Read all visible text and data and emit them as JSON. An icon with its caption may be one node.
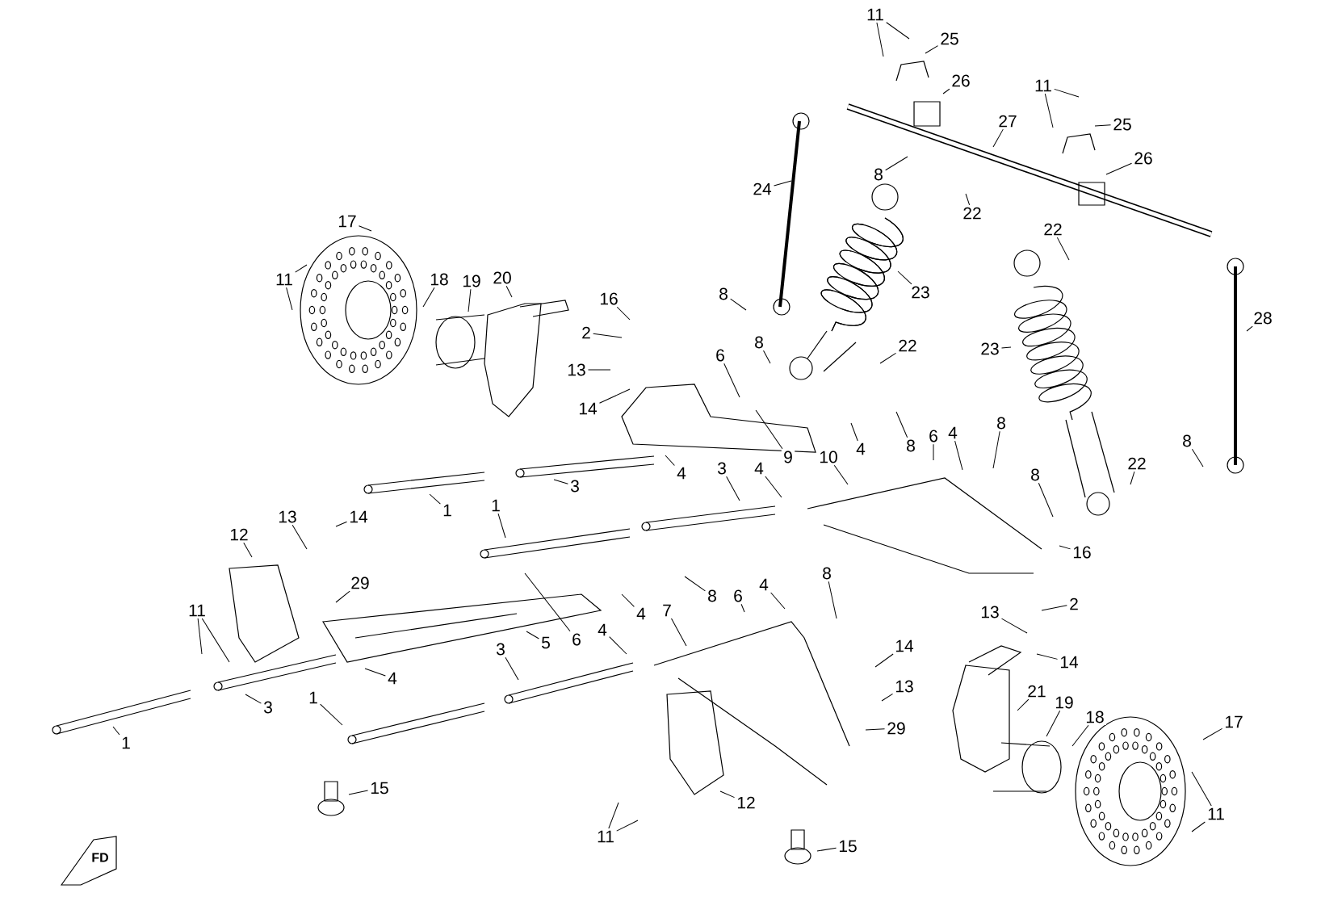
{
  "diagram": {
    "nodes": [
      {
        "text": [
          "11"
        ]
      },
      {
        "text": [
          "25"
        ]
      },
      {
        "text": [
          "26"
        ]
      },
      {
        "text": [
          "11"
        ]
      },
      {
        "text": [
          "27"
        ]
      },
      {
        "text": [
          "25"
        ]
      },
      {
        "text": [
          "26"
        ]
      },
      {
        "text": [
          "8"
        ]
      },
      {
        "text": [
          "24"
        ]
      },
      {
        "text": [
          "22"
        ]
      },
      {
        "text": [
          "17"
        ]
      },
      {
        "text": [
          "22"
        ]
      },
      {
        "text": [
          "11"
        ]
      },
      {
        "text": [
          "18"
        ]
      },
      {
        "text": [
          "19"
        ]
      },
      {
        "text": [
          "20"
        ]
      },
      {
        "text": [
          "23"
        ]
      },
      {
        "text": [
          "8"
        ]
      },
      {
        "text": [
          "16"
        ]
      },
      {
        "text": [
          "28"
        ]
      },
      {
        "text": [
          "2"
        ]
      },
      {
        "text": [
          "8"
        ]
      },
      {
        "text": [
          "22"
        ]
      },
      {
        "text": [
          "23"
        ]
      },
      {
        "text": [
          "6"
        ]
      },
      {
        "text": [
          "13"
        ]
      },
      {
        "text": [
          "14"
        ]
      },
      {
        "text": [
          "8"
        ]
      },
      {
        "text": [
          "4"
        ]
      },
      {
        "text": [
          "6"
        ]
      },
      {
        "text": [
          "8"
        ]
      },
      {
        "text": [
          "8"
        ]
      },
      {
        "text": [
          "4"
        ]
      },
      {
        "text": [
          "9"
        ]
      },
      {
        "text": [
          "10"
        ]
      },
      {
        "text": [
          "22"
        ]
      },
      {
        "text": [
          "3"
        ]
      },
      {
        "text": [
          "4"
        ]
      },
      {
        "text": [
          "4"
        ]
      },
      {
        "text": [
          "8"
        ]
      },
      {
        "text": [
          "3"
        ]
      },
      {
        "text": [
          "1"
        ]
      },
      {
        "text": [
          "1"
        ]
      },
      {
        "text": [
          "13"
        ]
      },
      {
        "text": [
          "14"
        ]
      },
      {
        "text": [
          "12"
        ]
      },
      {
        "text": [
          "16"
        ]
      },
      {
        "text": [
          "8"
        ]
      },
      {
        "text": [
          "29"
        ]
      },
      {
        "text": [
          "8"
        ]
      },
      {
        "text": [
          "6"
        ]
      },
      {
        "text": [
          "4"
        ]
      },
      {
        "text": [
          "2"
        ]
      },
      {
        "text": [
          "11"
        ]
      },
      {
        "text": [
          "4"
        ]
      },
      {
        "text": [
          "7"
        ]
      },
      {
        "text": [
          "13"
        ]
      },
      {
        "text": [
          "4"
        ]
      },
      {
        "text": [
          "6"
        ]
      },
      {
        "text": [
          "5"
        ]
      },
      {
        "text": [
          "3"
        ]
      },
      {
        "text": [
          "14"
        ]
      },
      {
        "text": [
          "14"
        ]
      },
      {
        "text": [
          "4"
        ]
      },
      {
        "text": [
          "13"
        ]
      },
      {
        "text": [
          "21"
        ]
      },
      {
        "text": [
          "1"
        ]
      },
      {
        "text": [
          "19"
        ]
      },
      {
        "text": [
          "3"
        ]
      },
      {
        "text": [
          "18"
        ]
      },
      {
        "text": [
          "17"
        ]
      },
      {
        "text": [
          "29"
        ]
      },
      {
        "text": [
          "1"
        ]
      },
      {
        "text": [
          "15"
        ]
      },
      {
        "text": [
          "12"
        ]
      },
      {
        "text": [
          "11"
        ]
      },
      {
        "text": [
          "11"
        ]
      },
      {
        "text": [
          "15"
        ]
      }
    ],
    "edges": [
      {
        "from": 0,
        "to": null,
        "arrow": "none"
      },
      {
        "from": 0,
        "to": null,
        "arrow": "none"
      },
      {
        "from": 1,
        "to": null,
        "arrow": "none"
      },
      {
        "from": 2,
        "to": null,
        "arrow": "none"
      },
      {
        "from": 3,
        "to": null,
        "arrow": "none"
      },
      {
        "from": 3,
        "to": null,
        "arrow": "none"
      },
      {
        "from": 4,
        "to": null,
        "arrow": "none"
      },
      {
        "from": 5,
        "to": null,
        "arrow": "none"
      },
      {
        "from": 6,
        "to": null,
        "arrow": "none"
      },
      {
        "from": 7,
        "to": null,
        "arrow": "none"
      },
      {
        "from": 8,
        "to": null,
        "arrow": "none"
      },
      {
        "from": 9,
        "to": null,
        "arrow": "none"
      },
      {
        "from": 10,
        "to": null,
        "arrow": "none"
      },
      {
        "from": 11,
        "to": null,
        "arrow": "none"
      },
      {
        "from": 12,
        "to": null,
        "arrow": "none"
      },
      {
        "from": 12,
        "to": null,
        "arrow": "none"
      },
      {
        "from": 13,
        "to": null,
        "arrow": "none"
      },
      {
        "from": 14,
        "to": null,
        "arrow": "none"
      },
      {
        "from": 15,
        "to": null,
        "arrow": "none"
      },
      {
        "from": 16,
        "to": null,
        "arrow": "none"
      },
      {
        "from": 17,
        "to": null,
        "arrow": "none"
      },
      {
        "from": 18,
        "to": null,
        "arrow": "none"
      },
      {
        "from": 19,
        "to": null,
        "arrow": "none"
      },
      {
        "from": 20,
        "to": null,
        "arrow": "none"
      },
      {
        "from": 21,
        "to": null,
        "arrow": "none"
      },
      {
        "from": 22,
        "to": null,
        "arrow": "none"
      },
      {
        "from": 23,
        "to": null,
        "arrow": "none"
      },
      {
        "from": 24,
        "to": null,
        "arrow": "none"
      },
      {
        "from": 25,
        "to": null,
        "arrow": "none"
      },
      {
        "from": 26,
        "to": null,
        "arrow": "none"
      },
      {
        "from": 27,
        "to": null,
        "arrow": "none"
      },
      {
        "from": 28,
        "to": null,
        "arrow": "none"
      },
      {
        "from": 29,
        "to": null,
        "arrow": "none"
      },
      {
        "from": 30,
        "to": null,
        "arrow": "none"
      },
      {
        "from": 31,
        "to": null,
        "arrow": "none"
      },
      {
        "from": 32,
        "to": null,
        "arrow": "none"
      },
      {
        "from": 33,
        "to": null,
        "arrow": "none"
      },
      {
        "from": 34,
        "to": null,
        "arrow": "none"
      },
      {
        "from": 35,
        "to": null,
        "arrow": "none"
      },
      {
        "from": 36,
        "to": null,
        "arrow": "none"
      },
      {
        "from": 37,
        "to": null,
        "arrow": "none"
      },
      {
        "from": 38,
        "to": null,
        "arrow": "none"
      },
      {
        "from": 39,
        "to": null,
        "arrow": "none"
      },
      {
        "from": 40,
        "to": null,
        "arrow": "none"
      },
      {
        "from": 41,
        "to": null,
        "arrow": "none"
      },
      {
        "from": 42,
        "to": null,
        "arrow": "none"
      },
      {
        "from": 43,
        "to": null,
        "arrow": "none"
      },
      {
        "from": 44,
        "to": null,
        "arrow": "none"
      },
      {
        "from": 45,
        "to": null,
        "arrow": "none"
      },
      {
        "from": 46,
        "to": null,
        "arrow": "none"
      },
      {
        "from": 47,
        "to": null,
        "arrow": "none"
      },
      {
        "from": 48,
        "to": null,
        "arrow": "none"
      },
      {
        "from": 49,
        "to": null,
        "arrow": "none"
      },
      {
        "from": 50,
        "to": null,
        "arrow": "none"
      },
      {
        "from": 51,
        "to": null,
        "arrow": "none"
      },
      {
        "from": 52,
        "to": null,
        "arrow": "none"
      },
      {
        "from": 53,
        "to": null,
        "arrow": "none"
      },
      {
        "from": 53,
        "to": null,
        "arrow": "none"
      },
      {
        "from": 54,
        "to": null,
        "arrow": "none"
      },
      {
        "from": 55,
        "to": null,
        "arrow": "none"
      },
      {
        "from": 56,
        "to": null,
        "arrow": "none"
      },
      {
        "from": 57,
        "to": null,
        "arrow": "none"
      },
      {
        "from": 58,
        "to": null,
        "arrow": "none"
      },
      {
        "from": 59,
        "to": null,
        "arrow": "none"
      },
      {
        "from": 60,
        "to": null,
        "arrow": "none"
      },
      {
        "from": 61,
        "to": null,
        "arrow": "none"
      },
      {
        "from": 62,
        "to": null,
        "arrow": "none"
      },
      {
        "from": 63,
        "to": null,
        "arrow": "none"
      },
      {
        "from": 64,
        "to": null,
        "arrow": "none"
      },
      {
        "from": 65,
        "to": null,
        "arrow": "none"
      },
      {
        "from": 66,
        "to": null,
        "arrow": "none"
      },
      {
        "from": 67,
        "to": null,
        "arrow": "none"
      },
      {
        "from": 68,
        "to": null,
        "arrow": "none"
      },
      {
        "from": 69,
        "to": null,
        "arrow": "none"
      },
      {
        "from": 70,
        "to": null,
        "arrow": "none"
      },
      {
        "from": 71,
        "to": null,
        "arrow": "none"
      },
      {
        "from": 72,
        "to": null,
        "arrow": "none"
      },
      {
        "from": 73,
        "to": null,
        "arrow": "none"
      },
      {
        "from": 74,
        "to": null,
        "arrow": "none"
      },
      {
        "from": 75,
        "to": null,
        "arrow": "none"
      },
      {
        "from": 75,
        "to": null,
        "arrow": "none"
      },
      {
        "from": 76,
        "to": null,
        "arrow": "none"
      },
      {
        "from": 76,
        "to": null,
        "arrow": "none"
      },
      {
        "from": 77,
        "to": null,
        "arrow": "none"
      }
    ],
    "labels": [
      "FD"
    ]
  }
}
